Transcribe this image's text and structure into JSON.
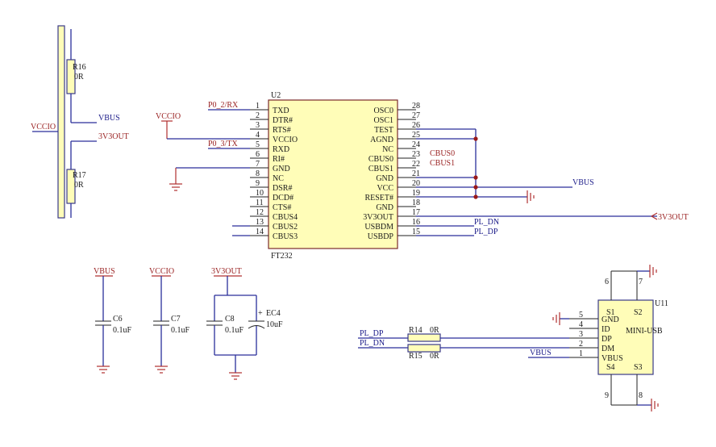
{
  "ic_u2": {
    "ref": "U2",
    "part": "FT232",
    "left_pins": [
      {
        "num": "1",
        "name": "TXD"
      },
      {
        "num": "2",
        "name": "DTR#"
      },
      {
        "num": "3",
        "name": "RTS#"
      },
      {
        "num": "4",
        "name": "VCCIO"
      },
      {
        "num": "5",
        "name": "RXD"
      },
      {
        "num": "6",
        "name": "RI#"
      },
      {
        "num": "7",
        "name": "GND"
      },
      {
        "num": "8",
        "name": "NC"
      },
      {
        "num": "9",
        "name": "DSR#"
      },
      {
        "num": "10",
        "name": "DCD#"
      },
      {
        "num": "11",
        "name": "CTS#"
      },
      {
        "num": "12",
        "name": "CBUS4"
      },
      {
        "num": "13",
        "name": "CBUS2"
      },
      {
        "num": "14",
        "name": "CBUS3"
      }
    ],
    "right_pins": [
      {
        "num": "28",
        "name": "OSC0"
      },
      {
        "num": "27",
        "name": "OSC1"
      },
      {
        "num": "26",
        "name": "TEST"
      },
      {
        "num": "25",
        "name": "AGND"
      },
      {
        "num": "24",
        "name": "NC"
      },
      {
        "num": "23",
        "name": "CBUS0"
      },
      {
        "num": "22",
        "name": "CBUS1"
      },
      {
        "num": "21",
        "name": "GND"
      },
      {
        "num": "20",
        "name": "VCC"
      },
      {
        "num": "19",
        "name": "RESET#"
      },
      {
        "num": "18",
        "name": "GND"
      },
      {
        "num": "17",
        "name": "3V3OUT"
      },
      {
        "num": "16",
        "name": "USBDM"
      },
      {
        "num": "15",
        "name": "USBDP"
      }
    ]
  },
  "nets": {
    "p0_2_rx": "P0_2/RX",
    "p0_3_tx": "P0_3/TX",
    "vccio": "VCCIO",
    "vbus": "VBUS",
    "v3v3out": "3V3OUT",
    "cbus0": "CBUS0",
    "cbus1": "CBUS1",
    "pl_dn": "PL_DN",
    "pl_dp": "PL_DP"
  },
  "resistors": {
    "r16": {
      "ref": "R16",
      "value": "0R"
    },
    "r17": {
      "ref": "R17",
      "value": "0R"
    },
    "r14": {
      "ref": "R14",
      "value": "0R"
    },
    "r15": {
      "ref": "R15",
      "value": "0R"
    }
  },
  "caps": {
    "c6": {
      "ref": "C6",
      "value": "0.1uF",
      "net": "VBUS"
    },
    "c7": {
      "ref": "C7",
      "value": "0.1uF",
      "net": "VCCIO"
    },
    "c8": {
      "ref": "C8",
      "value": "0.1uF",
      "net": "3V3OUT"
    },
    "ec4": {
      "ref": "EC4",
      "value": "10uF",
      "polarity": "+"
    }
  },
  "connector_u11": {
    "ref": "U11",
    "part": "MINI-USB",
    "pins": [
      {
        "num": "5",
        "name": "GND"
      },
      {
        "num": "4",
        "name": "ID"
      },
      {
        "num": "3",
        "name": "DP"
      },
      {
        "num": "2",
        "name": "DM"
      },
      {
        "num": "1",
        "name": "VBUS"
      }
    ],
    "shield_pins": [
      {
        "num": "6",
        "name": "S1"
      },
      {
        "num": "7",
        "name": "S2"
      },
      {
        "num": "9",
        "name": "S4"
      },
      {
        "num": "8",
        "name": "S3"
      }
    ]
  }
}
